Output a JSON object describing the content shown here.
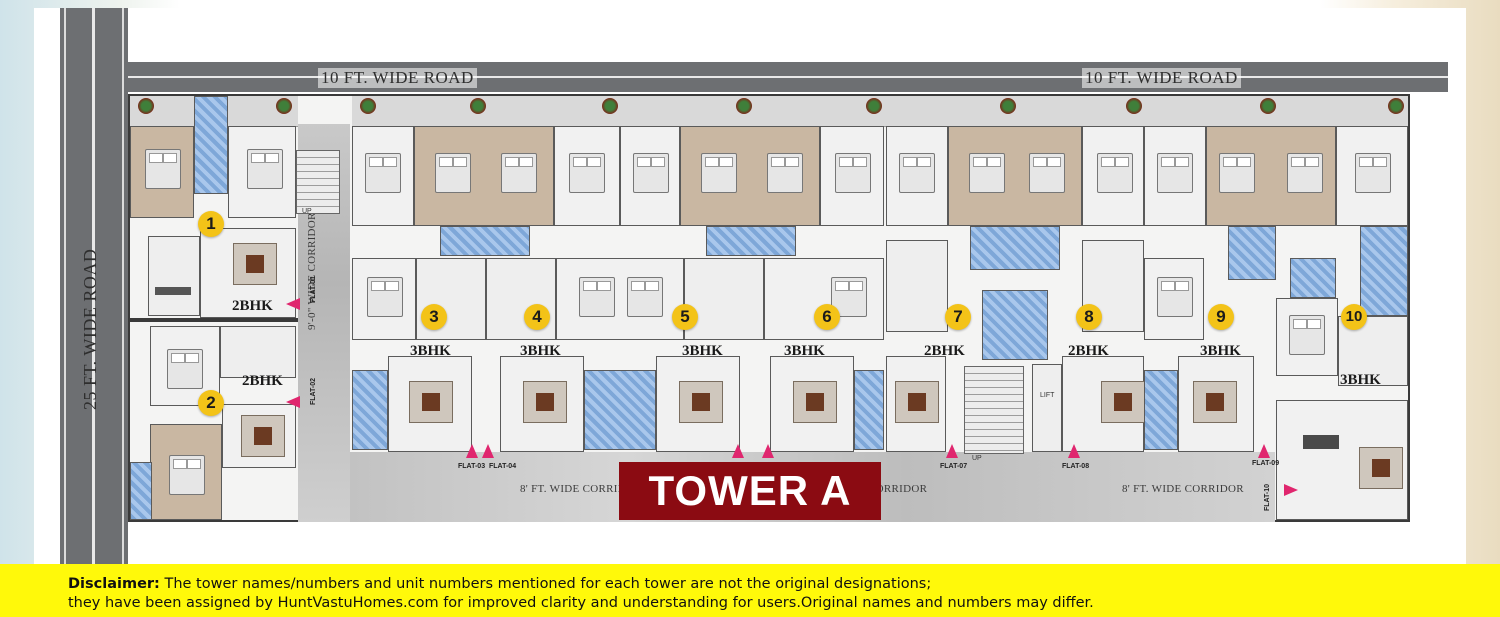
{
  "roads": {
    "top_left": "10 FT. WIDE ROAD",
    "top_right": "10 FT. WIDE ROAD",
    "left": "25 FT. WIDE ROAD"
  },
  "corridors": {
    "vertical": "9'-0\" WIDE CORRIDOR",
    "bottom_left": "8' FT. WIDE CORRIDOR",
    "bottom_middle": "CORRIDOR",
    "bottom_right": "8' FT. WIDE CORRIDOR"
  },
  "flats": [
    {
      "number": "1",
      "bhk": "2BHK",
      "tag": "FLAT-01"
    },
    {
      "number": "2",
      "bhk": "2BHK",
      "tag": "FLAT-02"
    },
    {
      "number": "3",
      "bhk": "3BHK",
      "tag": "FLAT-03"
    },
    {
      "number": "4",
      "bhk": "3BHK",
      "tag": "FLAT-04"
    },
    {
      "number": "5",
      "bhk": "3BHK",
      "tag": ""
    },
    {
      "number": "6",
      "bhk": "3BHK",
      "tag": ""
    },
    {
      "number": "7",
      "bhk": "2BHK",
      "tag": "FLAT-07"
    },
    {
      "number": "8",
      "bhk": "2BHK",
      "tag": "FLAT-08"
    },
    {
      "number": "9",
      "bhk": "3BHK",
      "tag": "FLAT-09"
    },
    {
      "number": "10",
      "bhk": "3BHK",
      "tag": "FLAT-10"
    }
  ],
  "stairs": {
    "up_left": "UP",
    "up_center": "UP",
    "lift": "LIFT"
  },
  "tower_name": "TOWER A",
  "disclaimer": {
    "label": "Disclaimer:",
    "line1": "The tower names/numbers and unit numbers mentioned for each tower are not the original designations;",
    "line2": "they have been assigned by HuntVastuHomes.com for improved clarity and understanding for users.Original names and numbers may differ."
  },
  "colors": {
    "badge": "#f3c318",
    "tower_banner": "#8b0b12",
    "disclaimer_bg": "#fff90a",
    "entry_marker": "#e0266e"
  }
}
